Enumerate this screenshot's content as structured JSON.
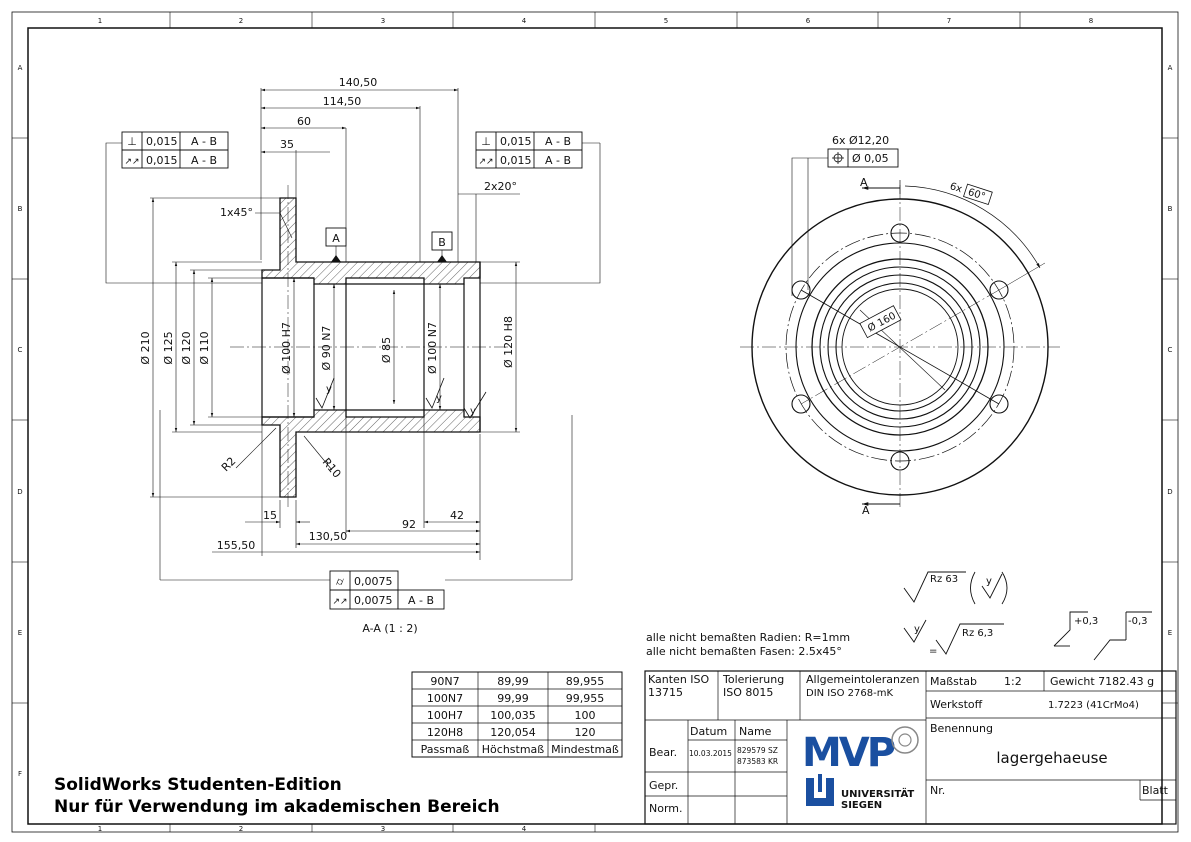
{
  "frame": {
    "columns": [
      "1",
      "2",
      "3",
      "4",
      "5",
      "6",
      "7",
      "8"
    ],
    "rows": [
      "A",
      "B",
      "C",
      "D",
      "E",
      "F"
    ]
  },
  "section_view": {
    "label": "A-A (1 : 2)",
    "dims": {
      "d140_50": "140,50",
      "d114_50": "114,50",
      "d60": "60",
      "d35": "35",
      "chamfer_1x45": "1x45°",
      "chamfer_2x20": "2x20°",
      "dia210": "Ø 210",
      "dia125": "Ø 125",
      "dia120": "Ø 120",
      "dia110": "Ø 110",
      "dia100h7": "Ø 100 H7",
      "dia90n7": "Ø 90 N7",
      "dia85": "Ø 85",
      "dia100n7": "Ø 100 N7",
      "dia120h8": "Ø 120 H8",
      "r2": "R2",
      "r10": "R10",
      "d15": "15",
      "d130_50": "130,50",
      "d92": "92",
      "d42": "42",
      "d155_50": "155,50",
      "y1": "y",
      "y2": "y",
      "y3": "y"
    },
    "datums": {
      "a": "A",
      "b": "B"
    },
    "fcf_left": [
      {
        "sym": "⊥",
        "tol": "0,015",
        "ref": "A - B"
      },
      {
        "sym": "↗↗",
        "tol": "0,015",
        "ref": "A - B"
      }
    ],
    "fcf_right": [
      {
        "sym": "⊥",
        "tol": "0,015",
        "ref": "A - B"
      },
      {
        "sym": "↗↗",
        "tol": "0,015",
        "ref": "A - B"
      }
    ],
    "fcf_bottom": [
      {
        "sym": "⌭",
        "tol": "0,0075",
        "ref": ""
      },
      {
        "sym": "↗↗",
        "tol": "0,0075",
        "ref": "A - B"
      }
    ]
  },
  "front_view": {
    "holes_note": "6x Ø12,20",
    "position_tol": "Ø 0,05",
    "angle_note": "6x",
    "angle_box": "60°",
    "dia160": "Ø 160",
    "section_a_top": "A",
    "section_a_bottom": "A"
  },
  "surface": {
    "main_value": "Rz 63",
    "main_paren": "y",
    "y_symbol": "y",
    "y_value": "Rz 6,3",
    "equals": "=",
    "plus_tol": "+0,3",
    "minus_tol": "-0,3"
  },
  "notes": [
    "alle nicht bemaßten Radien: R=1mm",
    "alle nicht bemaßten Fasen: 2.5x45°"
  ],
  "fits_table": {
    "rows": [
      [
        "90N7",
        "89,99",
        "89,955"
      ],
      [
        "100N7",
        "99,99",
        "99,955"
      ],
      [
        "100H7",
        "100,035",
        "100"
      ],
      [
        "120H8",
        "120,054",
        "120"
      ]
    ],
    "footer": [
      "Passmaß",
      "Höchstmaß",
      "Mindestmaß"
    ]
  },
  "title_block": {
    "kanten": "Kanten ISO",
    "kanten_no": "13715",
    "tolerierung": "Tolerierung",
    "tolerierung_no": "ISO 8015",
    "allgemein": "Allgemeintoleranzen",
    "allgemein_no": "DIN ISO 2768-mK",
    "massstab_label": "Maßstab",
    "massstab": "1:2",
    "gewicht": "Gewicht 7182.43 g",
    "werkstoff_label": "Werkstoff",
    "werkstoff": "1.7223 (41CrMo4)",
    "datum_label": "Datum",
    "name_label": "Name",
    "bear": "Bear.",
    "bear_date": "10.03.2015",
    "bear_name1": "829579 SZ",
    "bear_name2": "873583 KR",
    "gepr": "Gepr.",
    "norm": "Norm.",
    "benennung_label": "Benennung",
    "benennung": "lagergehaeuse",
    "nr_label": "Nr.",
    "blatt_label": "Blatt",
    "logo_main": "MVP",
    "logo_uni1": "UNIVERSITÄT",
    "logo_uni2": "SIEGEN"
  },
  "watermark": {
    "line1": "SolidWorks Studenten-Edition",
    "line2": "Nur für Verwendung im akademischen Bereich"
  }
}
